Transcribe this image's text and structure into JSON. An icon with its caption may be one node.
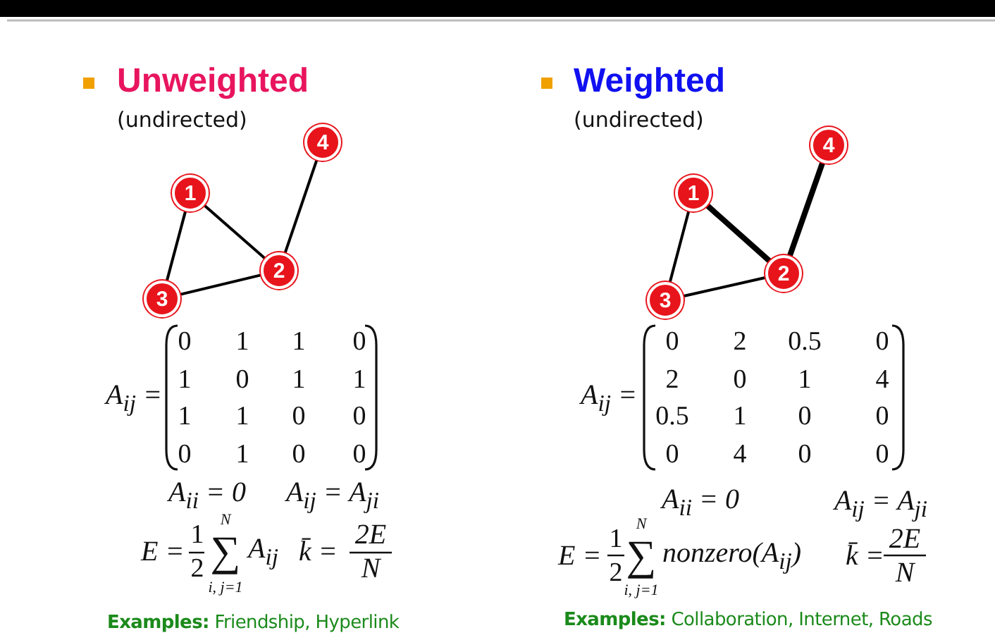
{
  "diagram": {
    "nodes": [
      {
        "text": [
          "1"
        ]
      },
      {
        "text": [
          "2"
        ]
      },
      {
        "text": [
          "3"
        ]
      },
      {
        "text": [
          "4"
        ]
      },
      {
        "text": [
          "1"
        ]
      },
      {
        "text": [
          "2"
        ]
      },
      {
        "text": [
          "3"
        ]
      },
      {
        "text": [
          "4"
        ]
      }
    ],
    "edges": [
      {
        "from": 0,
        "to": 1,
        "arrow": "none"
      },
      {
        "from": 0,
        "to": 2,
        "arrow": "none"
      },
      {
        "from": 2,
        "to": 1,
        "arrow": "none"
      },
      {
        "from": 1,
        "to": 3,
        "arrow": "none"
      },
      {
        "from": 4,
        "to": 5,
        "arrow": "none",
        "style": "thick"
      },
      {
        "from": 4,
        "to": 6,
        "arrow": "none"
      },
      {
        "from": 6,
        "to": 5,
        "arrow": "none"
      },
      {
        "from": 5,
        "to": 7,
        "arrow": "none",
        "style": "thick"
      }
    ],
    "labels": [
      "Unweighted",
      "(undirected)",
      "A$_{ij}$ =",
      "0",
      "1",
      "1",
      "0",
      "1",
      "0",
      "1",
      "1",
      "1",
      "1",
      "0",
      "0",
      "0",
      "1",
      "0",
      "0",
      "A$_{ii}$ = 0",
      "A$_{ij}$ = A$_{ji}$",
      "E =",
      "1",
      "2",
      "N",
      "∑",
      "i, j=1",
      "A$_{ij}$",
      "k̄ =",
      "2E",
      "N",
      "**Examples:** Friendship, Hyperlink",
      "Weighted",
      "(undirected)",
      "A$_{ij}$ =",
      "0",
      "2",
      "0.5",
      "0",
      "2",
      "0",
      "1",
      "4",
      "0.5",
      "1",
      "0",
      "0",
      "0",
      "4",
      "0",
      "0",
      "A$_{ii}$ = 0",
      "A$_{ij}$ = A$_{ji}$",
      "E =",
      "1",
      "2",
      "N",
      "∑",
      "i, j=1",
      "nonzero(A$_{ij}$)",
      "k̄ =",
      "2E",
      "N",
      "**Examples:** Collaboration, Internet, Roads"
    ]
  }
}
